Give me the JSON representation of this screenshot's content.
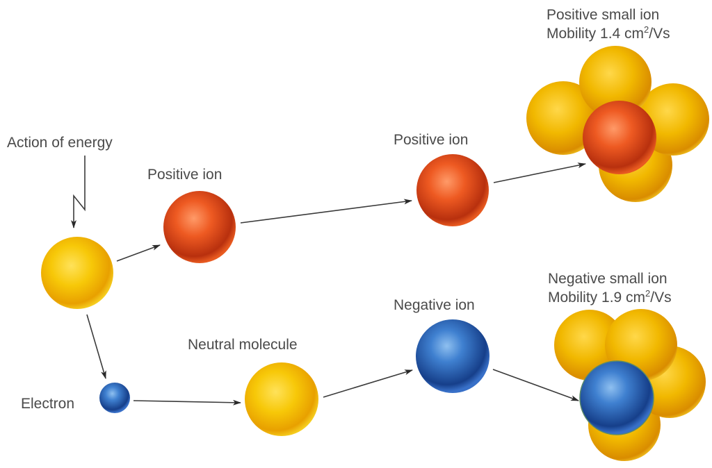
{
  "title": "Formation of small air ions",
  "labels": {
    "action_of_energy": "Action of energy",
    "positive_ion_1": "Positive ion",
    "positive_ion_2": "Positive ion",
    "positive_small_ion": "Positive small ion",
    "positive_mobility_prefix": "Mobility 1.4 cm",
    "positive_mobility_sup": "2",
    "positive_mobility_unit": "/Vs",
    "negative_small_ion": "Negative small ion",
    "negative_mobility_prefix": "Mobility 1.9 cm",
    "negative_mobility_sup": "2",
    "negative_mobility_unit": "/Vs",
    "negative_ion": "Negative ion",
    "neutral_molecule": "Neutral molecule",
    "electron": "Electron"
  },
  "particles": {
    "neutral": {
      "name": "neutral-molecule",
      "color": "#f5c400"
    },
    "positive": {
      "name": "positive-ion",
      "color": "#e8501c"
    },
    "negative": {
      "name": "negative-ion",
      "color": "#2f64b8"
    },
    "electron": {
      "name": "electron",
      "color": "#2f64b8"
    }
  },
  "mobility": {
    "positive_small_ion_cm2_per_Vs": 1.4,
    "negative_small_ion_cm2_per_Vs": 1.9
  },
  "colors": {
    "text": "#4a4a4a",
    "arrow": "#3a3a3a",
    "neutral": "#f5c400",
    "positive": "#e8501c",
    "negative": "#2f64b8"
  }
}
